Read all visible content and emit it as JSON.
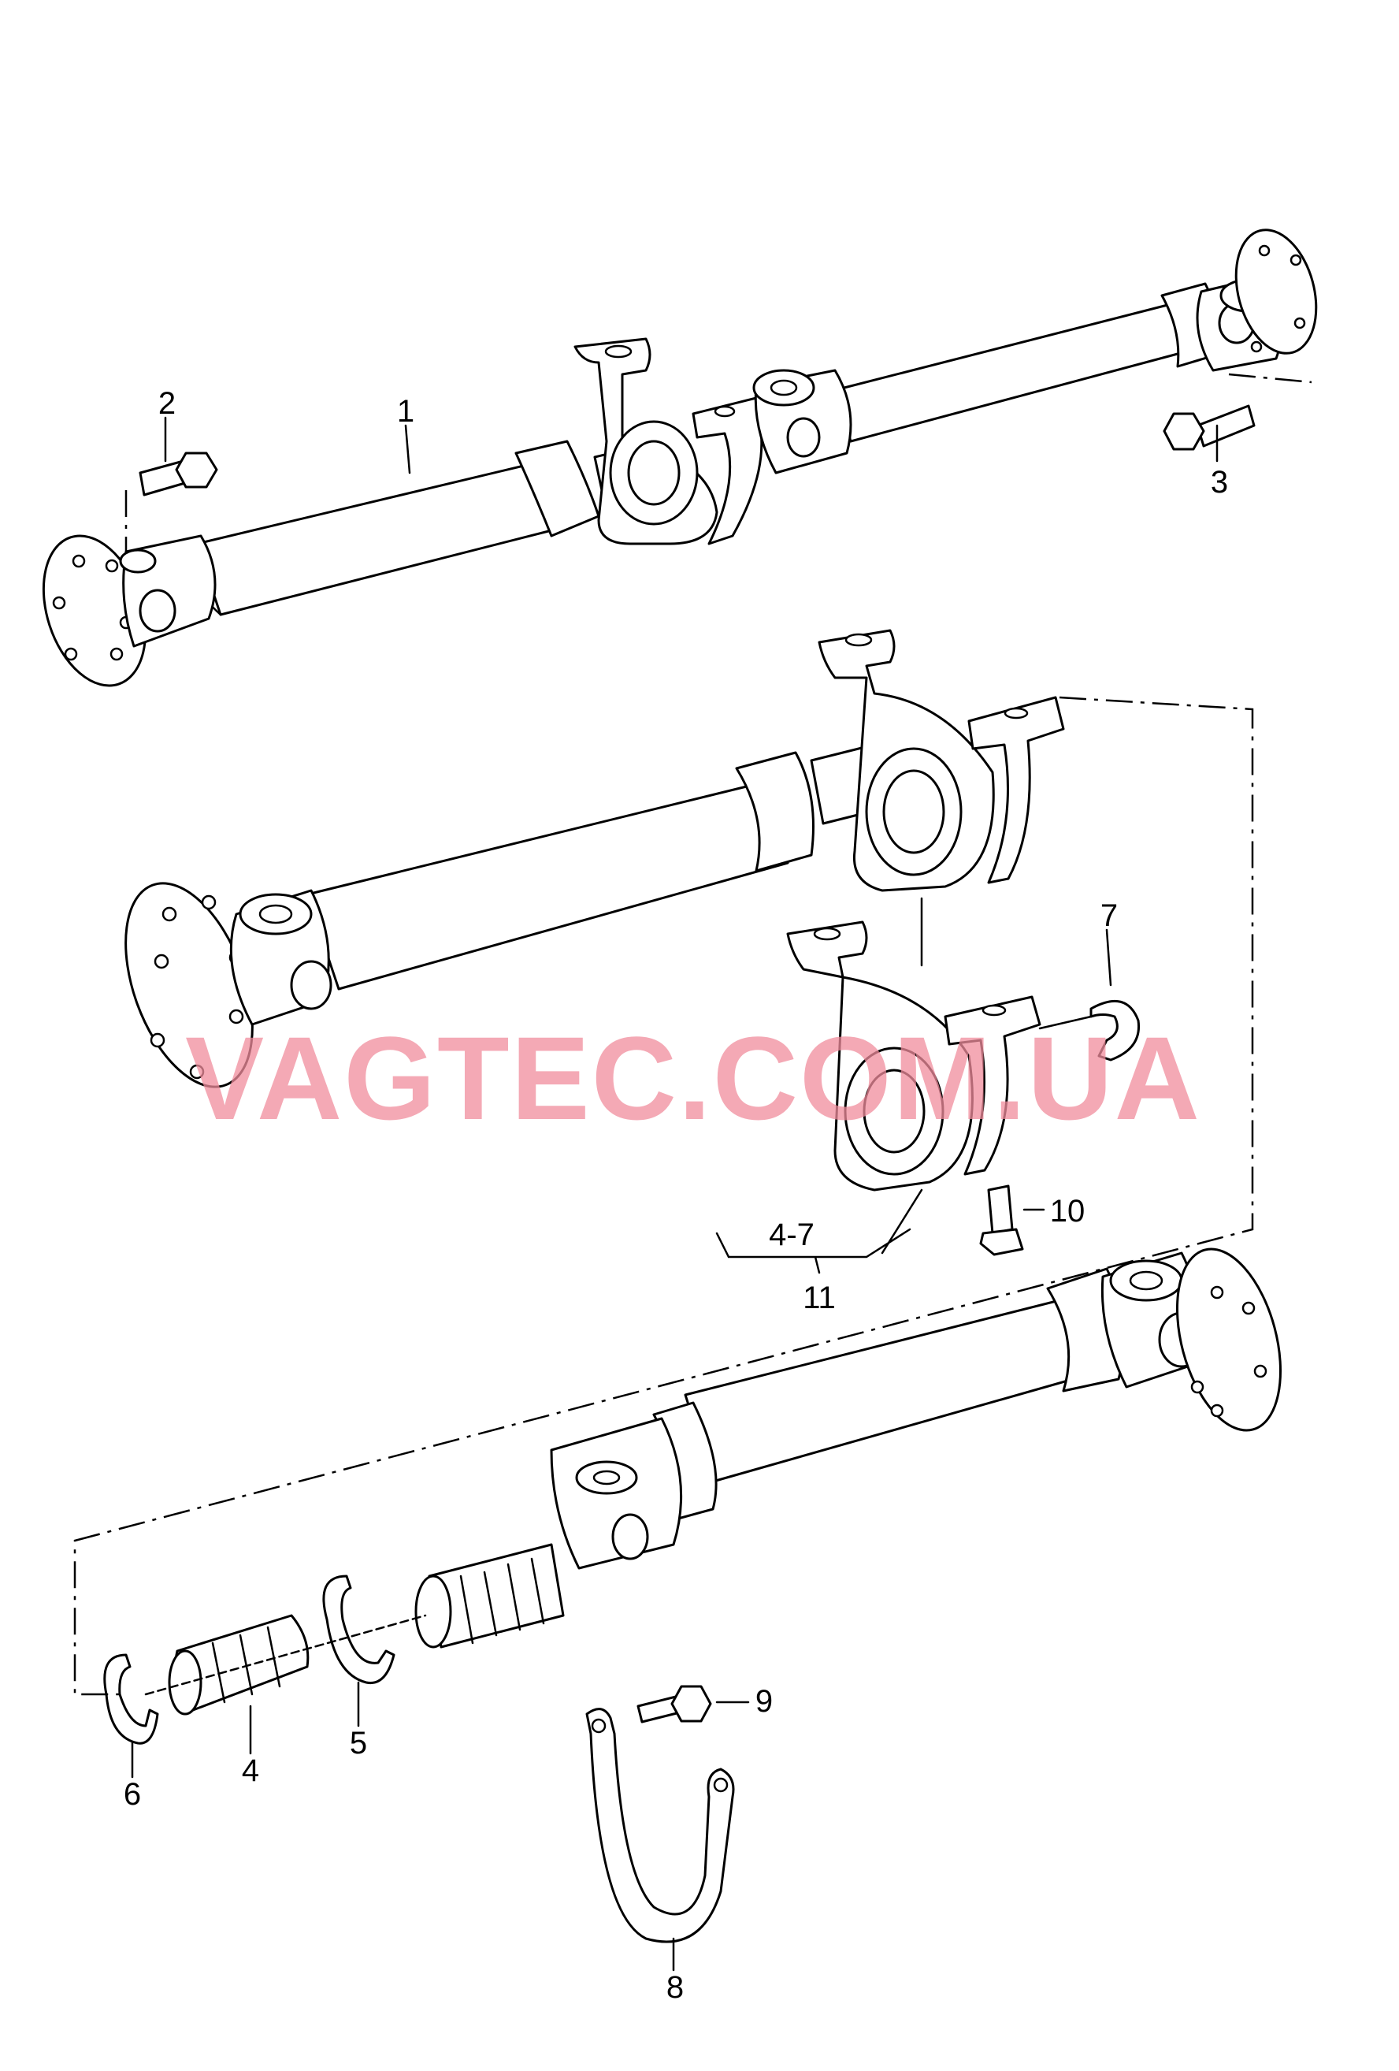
{
  "watermark": "VAGTEC.COM.UA",
  "watermark_color": "#f08c9c",
  "callouts": {
    "c1": "1",
    "c2": "2",
    "c3": "3",
    "c4": "4",
    "c5": "5",
    "c6": "6",
    "c7": "7",
    "c8": "8",
    "c9": "9",
    "c10": "10",
    "c11": "11",
    "c47": "4-7"
  }
}
